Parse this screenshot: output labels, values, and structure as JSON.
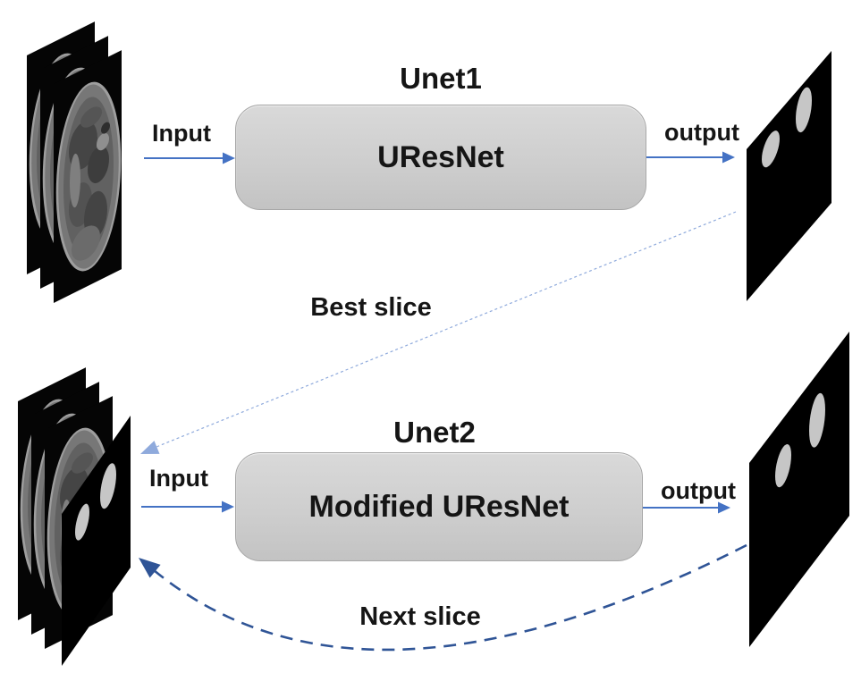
{
  "diagram": {
    "unet1": {
      "title": "Unet1",
      "box_label": "UResNet",
      "input_label": "Input",
      "output_label": "output"
    },
    "unet2": {
      "title": "Unet2",
      "box_label": "Modified UResNet",
      "input_label": "Input",
      "output_label": "output"
    },
    "connections": {
      "best_slice_label": "Best slice",
      "next_slice_label": "Next slice"
    },
    "colors": {
      "arrow_blue": "#4472c4",
      "best_slice_blue": "#8faadc",
      "next_slice_blue": "#2f5496",
      "box_fill_top": "#d9d9d9",
      "box_fill_bottom": "#c3c3c3",
      "box_border": "#a6a6a6",
      "panel_black": "#000000",
      "mask_blob": "#c6c6c6"
    }
  }
}
